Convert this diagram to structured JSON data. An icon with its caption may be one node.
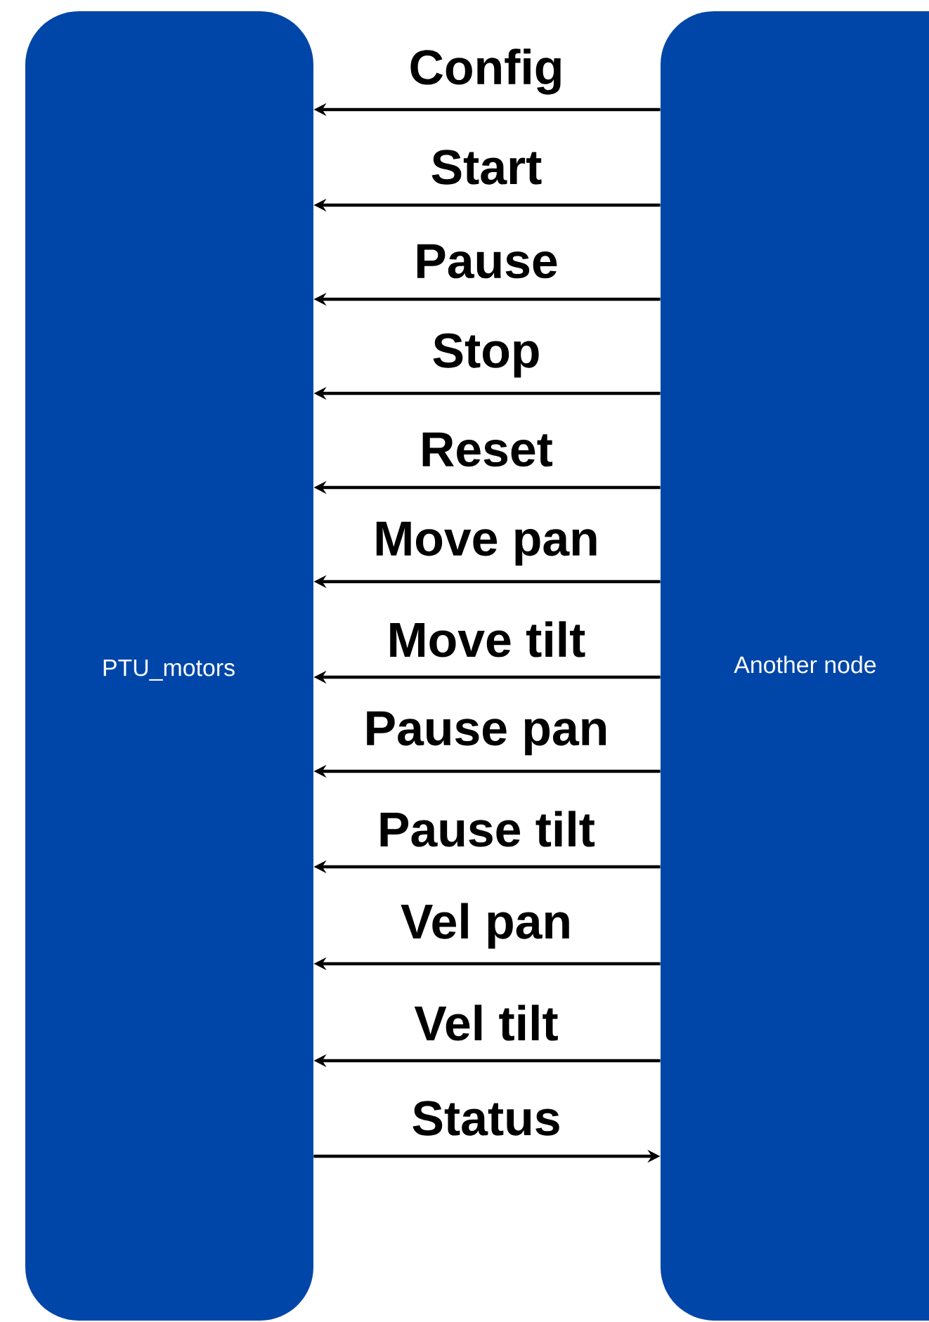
{
  "diagram": {
    "nodes": [
      {
        "text": [
          "PTU_motors"
        ]
      },
      {
        "text": [
          "Another node"
        ]
      }
    ],
    "edges": [
      {
        "from": 1,
        "to": 0,
        "arrow": "to",
        "label": "Config"
      },
      {
        "from": 1,
        "to": 0,
        "arrow": "to",
        "label": "Start"
      },
      {
        "from": 1,
        "to": 0,
        "arrow": "to",
        "label": "Pause"
      },
      {
        "from": 1,
        "to": 0,
        "arrow": "to",
        "label": "Stop"
      },
      {
        "from": 1,
        "to": 0,
        "arrow": "to",
        "label": "Reset"
      },
      {
        "from": 1,
        "to": 0,
        "arrow": "to",
        "label": "Move pan"
      },
      {
        "from": 1,
        "to": 0,
        "arrow": "to",
        "label": "Move tilt"
      },
      {
        "from": 1,
        "to": 0,
        "arrow": "to",
        "label": "Pause pan"
      },
      {
        "from": 1,
        "to": 0,
        "arrow": "to",
        "label": "Pause tilt"
      },
      {
        "from": 1,
        "to": 0,
        "arrow": "to",
        "label": "Vel pan"
      },
      {
        "from": 1,
        "to": 0,
        "arrow": "to",
        "label": "Vel tilt"
      },
      {
        "from": 0,
        "to": 1,
        "arrow": "to",
        "label": "Status"
      }
    ]
  }
}
